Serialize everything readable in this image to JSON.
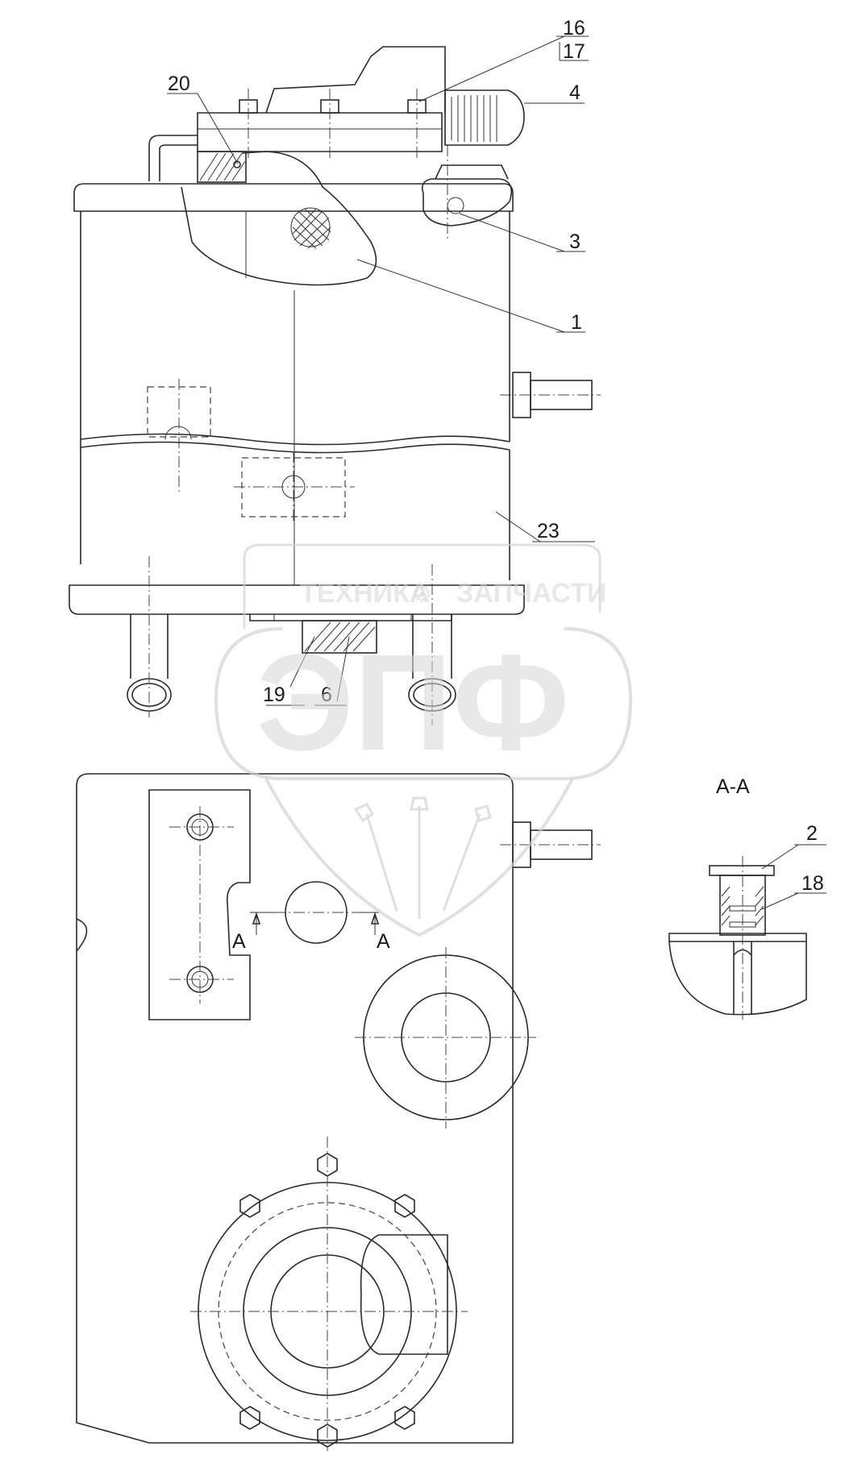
{
  "callouts": [
    {
      "id": "16",
      "text": "16"
    },
    {
      "id": "17",
      "text": "17"
    },
    {
      "id": "4",
      "text": "4"
    },
    {
      "id": "20",
      "text": "20"
    },
    {
      "id": "3",
      "text": "3"
    },
    {
      "id": "1",
      "text": "1"
    },
    {
      "id": "23",
      "text": "23"
    },
    {
      "id": "19",
      "text": "19"
    },
    {
      "id": "6",
      "text": "6"
    },
    {
      "id": "2",
      "text": "2"
    },
    {
      "id": "18",
      "text": "18"
    }
  ],
  "section": {
    "title": "А-А",
    "marker_left": "А",
    "marker_right": "А"
  },
  "watermark": {
    "top_left": "ТЕХНИКА",
    "top_right": "ЗАПЧАСТИ",
    "big": "ЭПФ"
  },
  "colors": {
    "line": "#2a2a2a",
    "watermark": "#d7d7d7",
    "background": "#ffffff"
  }
}
